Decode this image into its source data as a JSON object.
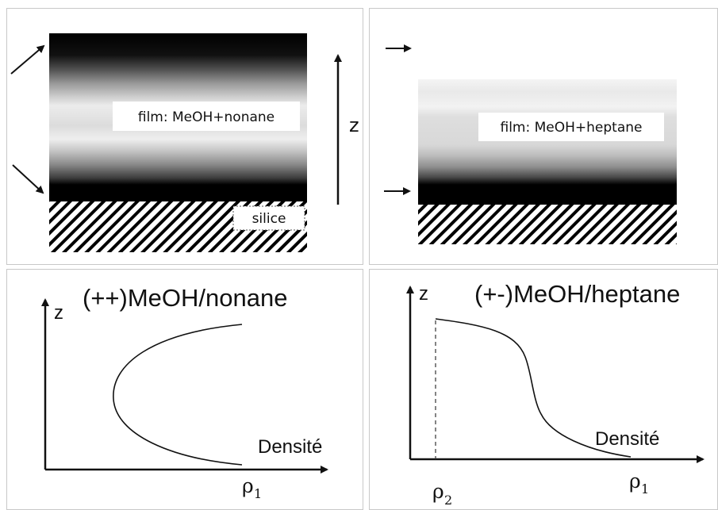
{
  "panels": {
    "top_left": {
      "film_label": "film: MeOH+nonane",
      "substrate_label": "silice",
      "axis_label": "z"
    },
    "top_right": {
      "film_label": "film: MeOH+heptane"
    },
    "bottom_left": {
      "title": "(++)MeOH/nonane",
      "y_label": "z",
      "x_label": "Densité",
      "rho_symbol": "ρ",
      "rho_sub": "1"
    },
    "bottom_right": {
      "title": "(+-)MeOH/heptane",
      "y_label": "z",
      "x_label": "Densité",
      "rho1_symbol": "ρ",
      "rho1_sub": "1",
      "rho2_symbol": "ρ",
      "rho2_sub": "2"
    }
  },
  "colors": {
    "film_dark": "#000000",
    "film_light": "#e8e8e8",
    "curve": "#111111",
    "border": "#c8c8c8"
  }
}
